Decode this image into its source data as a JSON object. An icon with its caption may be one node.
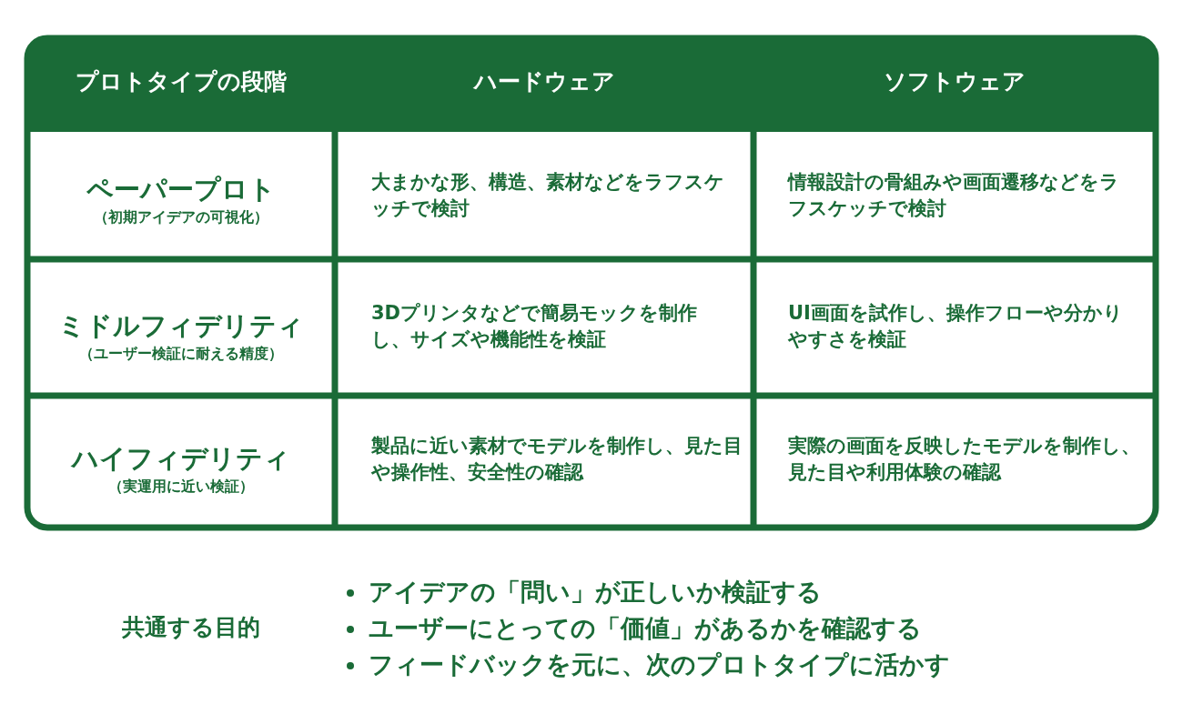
{
  "diagram": {
    "labels": [
      "プロトタイプの段階",
      "ハードウェア",
      "ソフトウェア",
      "ペーパープロト",
      "（初期アイデアの可視化）",
      "大まかな形、構造、素材などをラフスケッチで検討",
      "情報設計の骨組みや画面遷移などをラフスケッチで検討",
      "ミドルフィデリティ",
      "（ユーザー検証に耐える精度）",
      "3Dプリンタなどで簡易モックを制作し、サイズや機能性を検証",
      "UI画面を試作し、操作フローや分かりやすさを検証",
      "ハイフィデリティ",
      "（実運用に近い検証）",
      "製品に近い素材でモデルを制作し、見た目や操作性、安全性の確認",
      "実際の画面を反映したモデルを制作し、見た目や利用体験の確認",
      "共通する目的",
      "アイデアの「問い」が正しいか検証する",
      "ユーザーにとっての「価値」があるかを確認する",
      "フィードバックを元に、次のプロトタイプに活かす"
    ]
  }
}
